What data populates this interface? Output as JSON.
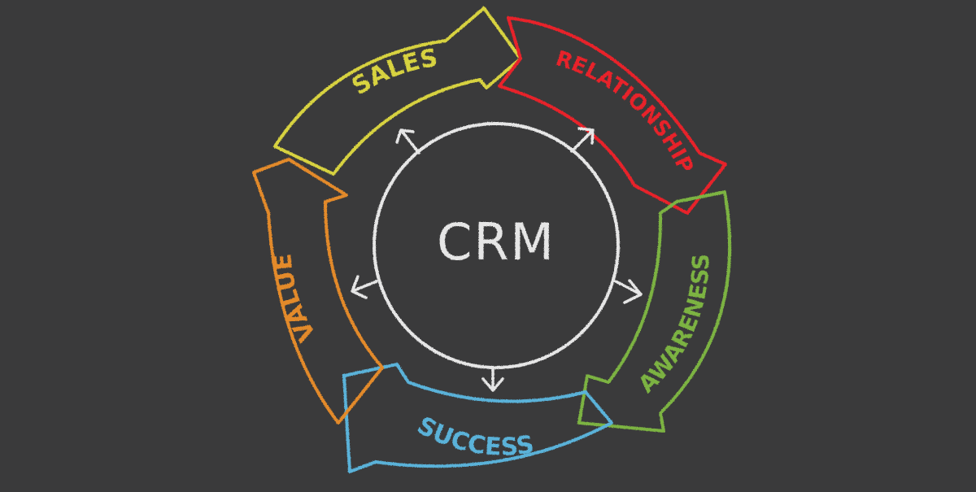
{
  "diagram": {
    "center_label": "CRM",
    "stages": [
      {
        "label": "SALES",
        "color": "#d7d23f"
      },
      {
        "label": "RELATIONSHIP",
        "color": "#e8242a"
      },
      {
        "label": "AWARENESS",
        "color": "#7cb342"
      },
      {
        "label": "SUCCESS",
        "color": "#5ab2d9"
      },
      {
        "label": "VALUE",
        "color": "#e38a2b"
      }
    ],
    "chalk_color": "#e6e6e6",
    "background_color": "#3a3a3b"
  }
}
